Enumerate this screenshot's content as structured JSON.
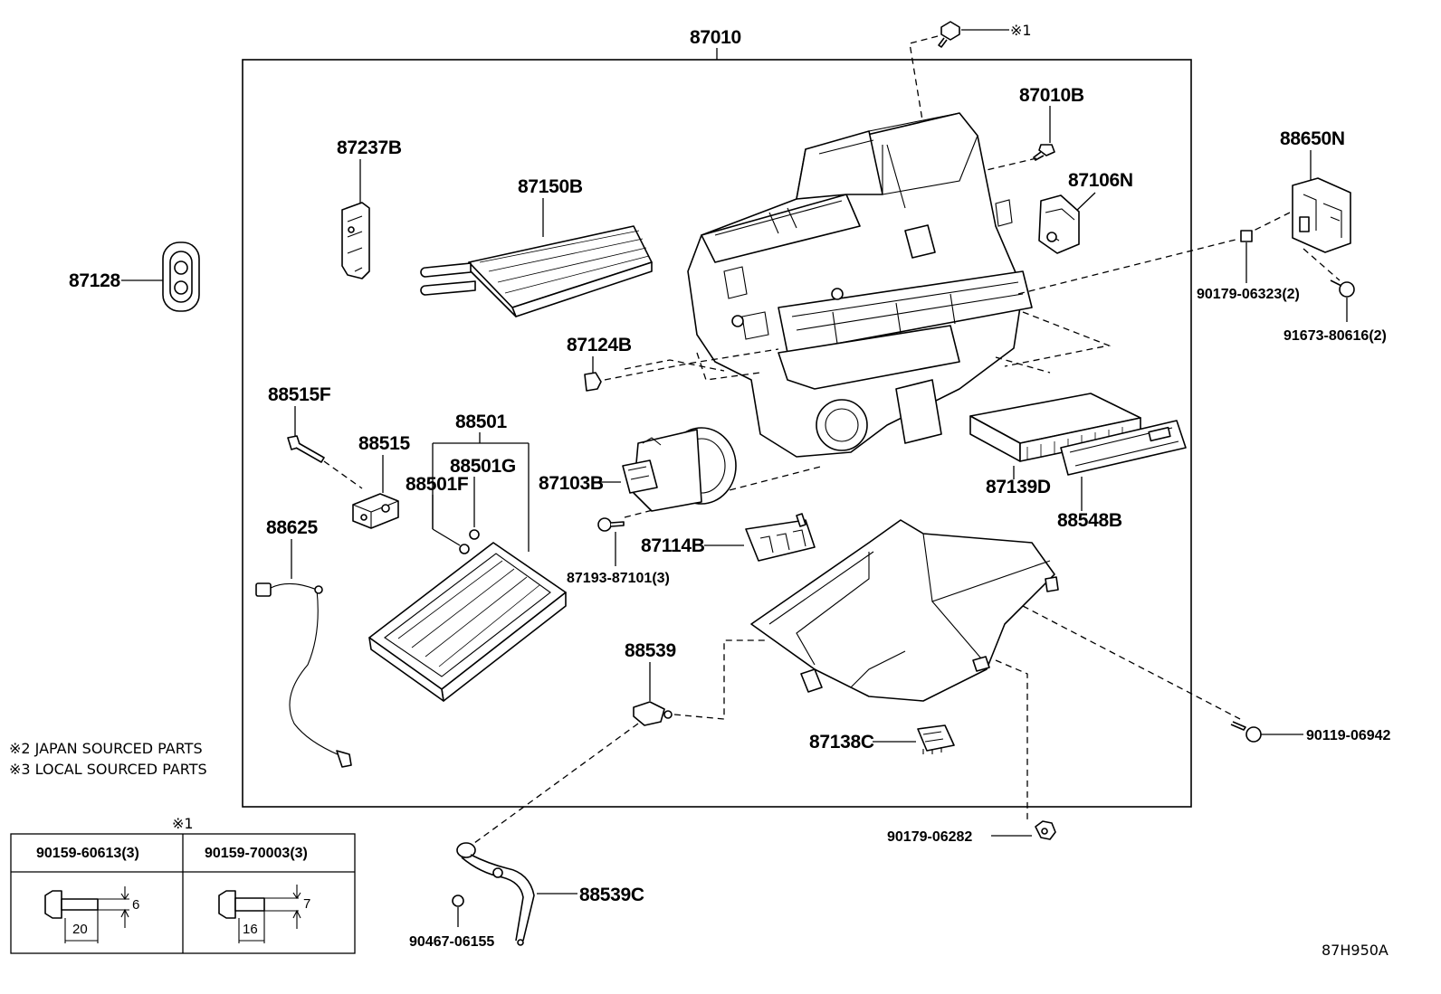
{
  "labels": {
    "assembly": "87010",
    "note_ref_1": "※1",
    "p87010B": "87010B",
    "p87237B": "87237B",
    "p87150B": "87150B",
    "p87106N": "87106N",
    "p88650N": "88650N",
    "p87128": "87128",
    "p90179_06323": "90179-06323(2)",
    "p91673_80616": "91673-80616(2)",
    "p87124B": "87124B",
    "p88515F": "88515F",
    "p88501": "88501",
    "p88515": "88515",
    "p88501G": "88501G",
    "p88501F": "88501F",
    "p87103B": "87103B",
    "p87139D": "87139D",
    "p88548B": "88548B",
    "p88625": "88625",
    "p87114B": "87114B",
    "p87193_87101": "87193-87101(3)",
    "p88539": "88539",
    "p87138C": "87138C",
    "p90119_06942": "90119-06942",
    "p90179_06282": "90179-06282",
    "p88539C": "88539C",
    "p90467_06155": "90467-06155",
    "diagram_code": "87H950A"
  },
  "notes": {
    "japan": "※2 JAPAN SOURCED PARTS",
    "local": "※3 LOCAL SOURCED PARTS"
  },
  "ref_table": {
    "marker": "※1",
    "col1_part": "90159-60613(3)",
    "col2_part": "90159-70003(3)",
    "col1_length": "20",
    "col1_dia": "6",
    "col2_length": "16",
    "col2_dia": "7"
  }
}
